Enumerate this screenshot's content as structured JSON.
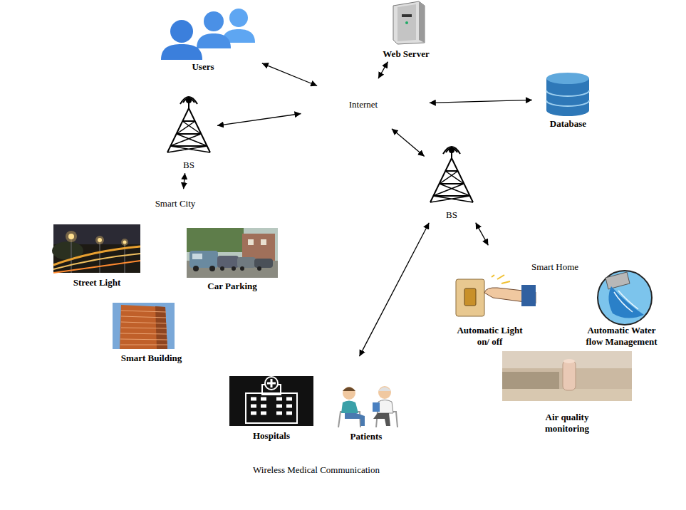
{
  "diagram": {
    "nodes": [
      {
        "text": [
          "Users"
        ]
      },
      {
        "text": [
          "Web Server"
        ]
      },
      {
        "text": [
          "Internet"
        ]
      },
      {
        "text": [
          "Database"
        ]
      },
      {
        "text": [
          "BS"
        ]
      },
      {
        "text": [
          "BS"
        ]
      },
      {
        "text": [
          "Smart City"
        ]
      },
      {
        "text": [
          "Street Light"
        ],
        "in": 6
      },
      {
        "text": [
          "Car Parking"
        ],
        "in": 6
      },
      {
        "text": [
          "Smart Building"
        ],
        "in": 6
      },
      {
        "text": [
          "Smart Home"
        ]
      },
      {
        "text": [
          "Automatic Light on/ off"
        ],
        "in": 10
      },
      {
        "text": [
          "Automatic Water flow Management"
        ],
        "in": 10
      },
      {
        "text": [
          "Air quality monitoring"
        ],
        "in": 10
      },
      {
        "text": [
          "Wireless Medical Communication"
        ]
      },
      {
        "text": [
          "Hospitals"
        ],
        "in": 14
      },
      {
        "text": [
          "Patients"
        ],
        "in": 14
      }
    ],
    "edges": [
      {
        "from": 0,
        "to": 2,
        "arrow": "both"
      },
      {
        "from": 1,
        "to": 2,
        "arrow": "both"
      },
      {
        "from": 3,
        "to": 2,
        "arrow": "both"
      },
      {
        "from": 4,
        "to": 2,
        "arrow": "both"
      },
      {
        "from": 4,
        "to": 6,
        "arrow": "both"
      },
      {
        "from": 5,
        "to": 2,
        "arrow": "both"
      },
      {
        "from": 5,
        "to": 10,
        "arrow": "both"
      },
      {
        "from": 5,
        "to": 14,
        "arrow": "both"
      }
    ]
  }
}
